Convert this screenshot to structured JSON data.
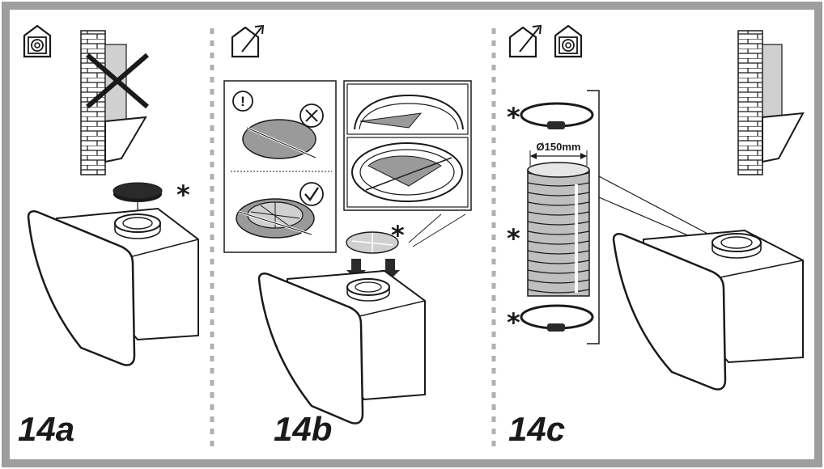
{
  "panels": [
    {
      "label": "14a"
    },
    {
      "label": "14b"
    },
    {
      "label": "14c"
    }
  ],
  "duct": {
    "diameter_label": "Ø150mm"
  },
  "markers": {
    "asterisk": "*",
    "warning": "!"
  },
  "icons": [
    "recirculation-house-icon",
    "extraction-house-icon",
    "warning-icon",
    "cross-icon",
    "check-icon"
  ],
  "colors": {
    "frame": "#9e9e9e",
    "divider": "#b0b0b0",
    "ink": "#1a1a1a",
    "grey_fill": "#9a9a9a",
    "light_fill": "#d0d0d0"
  }
}
